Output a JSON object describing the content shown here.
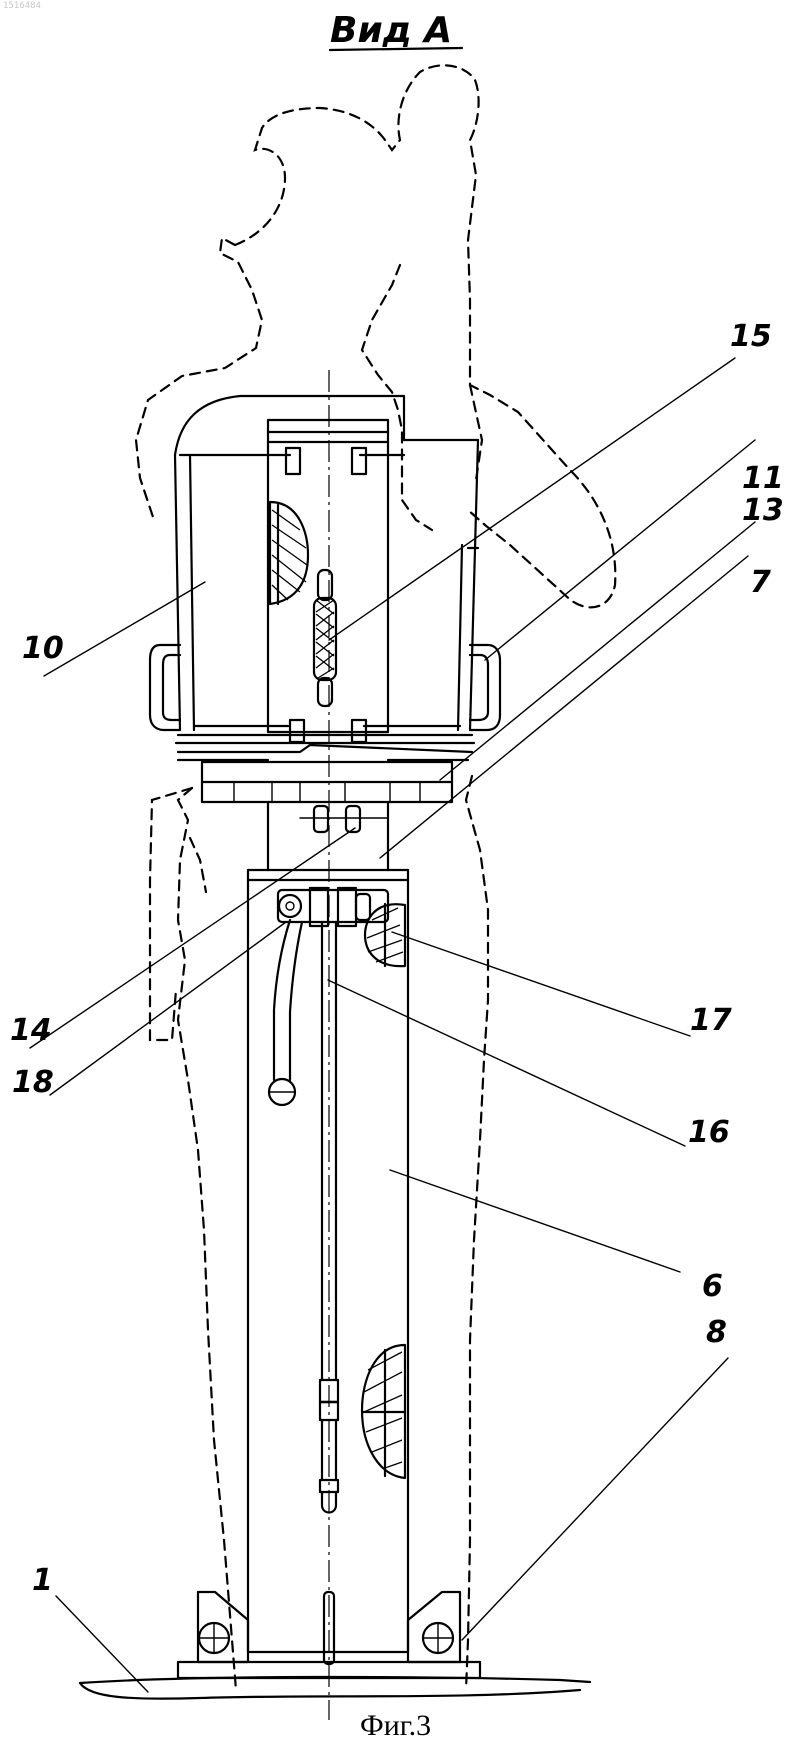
{
  "header": {
    "stamp": "1516484",
    "view_title": "Вид А"
  },
  "figure": {
    "caption": "Фиг.3",
    "callouts": {
      "c1": "1",
      "c6": "6",
      "c7": "7",
      "c8": "8",
      "c10": "10",
      "c11": "11",
      "c13": "13",
      "c14": "14",
      "c15": "15",
      "c16": "16",
      "c17": "17",
      "c18": "18"
    }
  }
}
